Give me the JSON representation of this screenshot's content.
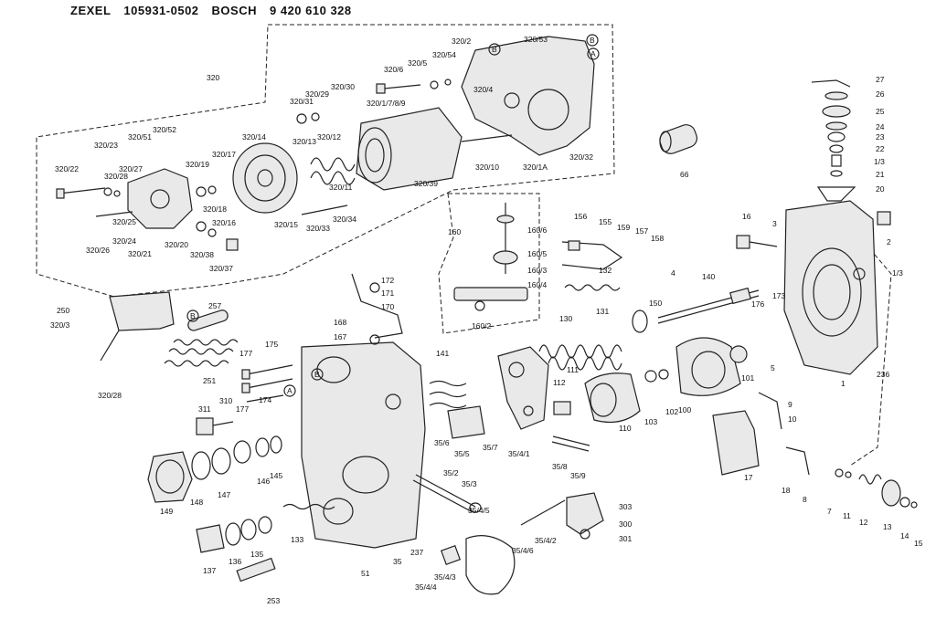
{
  "header": {
    "maker_code": "ZEXEL",
    "zexel_part_number": "105931-0502",
    "brand": "BOSCH",
    "bosch_part_number": "9 420 610 328"
  },
  "diagram": {
    "description_type": "exploded-view",
    "callouts": [
      {
        "id": "c1",
        "text": "320"
      },
      {
        "id": "c2",
        "text": "320/2"
      },
      {
        "id": "c3",
        "text": "320/53"
      },
      {
        "id": "c4",
        "text": "320/54"
      },
      {
        "id": "c5",
        "text": "320/5"
      },
      {
        "id": "c6",
        "text": "320/6"
      },
      {
        "id": "c7",
        "text": "320/30"
      },
      {
        "id": "c8",
        "text": "320/29"
      },
      {
        "id": "c9",
        "text": "320/31"
      },
      {
        "id": "c10",
        "text": "320/4"
      },
      {
        "id": "c11",
        "text": "320/1/7/8/9"
      },
      {
        "id": "c12",
        "text": "320/14"
      },
      {
        "id": "c13",
        "text": "320/13"
      },
      {
        "id": "c14",
        "text": "320/12"
      },
      {
        "id": "c15",
        "text": "320/52"
      },
      {
        "id": "c16",
        "text": "320/51"
      },
      {
        "id": "c17",
        "text": "320/23"
      },
      {
        "id": "c18",
        "text": "320/28"
      },
      {
        "id": "c19",
        "text": "320/27"
      },
      {
        "id": "c20",
        "text": "320/22"
      },
      {
        "id": "c21",
        "text": "320/17"
      },
      {
        "id": "c22",
        "text": "320/19"
      },
      {
        "id": "c23",
        "text": "320/11"
      },
      {
        "id": "c24",
        "text": "320/39"
      },
      {
        "id": "c25",
        "text": "320/10"
      },
      {
        "id": "c26",
        "text": "320/1A"
      },
      {
        "id": "c27",
        "text": "320/32"
      },
      {
        "id": "c28",
        "text": "320/18"
      },
      {
        "id": "c29",
        "text": "320/16"
      },
      {
        "id": "c30",
        "text": "320/15"
      },
      {
        "id": "c31",
        "text": "320/33"
      },
      {
        "id": "c32",
        "text": "320/34"
      },
      {
        "id": "c33",
        "text": "320/25"
      },
      {
        "id": "c34",
        "text": "320/24"
      },
      {
        "id": "c35",
        "text": "320/26"
      },
      {
        "id": "c36",
        "text": "320/21"
      },
      {
        "id": "c37",
        "text": "320/20"
      },
      {
        "id": "c38",
        "text": "320/38"
      },
      {
        "id": "c39",
        "text": "320/37"
      },
      {
        "id": "c40",
        "text": "27"
      },
      {
        "id": "c41",
        "text": "26"
      },
      {
        "id": "c42",
        "text": "25"
      },
      {
        "id": "c43",
        "text": "24"
      },
      {
        "id": "c44",
        "text": "23"
      },
      {
        "id": "c45",
        "text": "22"
      },
      {
        "id": "c46",
        "text": "1/3"
      },
      {
        "id": "c47",
        "text": "21"
      },
      {
        "id": "c48",
        "text": "20"
      },
      {
        "id": "c49",
        "text": "66"
      },
      {
        "id": "c50",
        "text": "16"
      },
      {
        "id": "c51",
        "text": "3"
      },
      {
        "id": "c52",
        "text": "2"
      },
      {
        "id": "c53",
        "text": "1/3"
      },
      {
        "id": "c54",
        "text": "160"
      },
      {
        "id": "c55",
        "text": "160/6"
      },
      {
        "id": "c56",
        "text": "160/5"
      },
      {
        "id": "c57",
        "text": "160/3"
      },
      {
        "id": "c58",
        "text": "160/4"
      },
      {
        "id": "c59",
        "text": "160/2"
      },
      {
        "id": "c60",
        "text": "156"
      },
      {
        "id": "c61",
        "text": "155"
      },
      {
        "id": "c62",
        "text": "159"
      },
      {
        "id": "c63",
        "text": "157"
      },
      {
        "id": "c64",
        "text": "158"
      },
      {
        "id": "c65",
        "text": "132"
      },
      {
        "id": "c66",
        "text": "4"
      },
      {
        "id": "c67",
        "text": "140"
      },
      {
        "id": "c68",
        "text": "150"
      },
      {
        "id": "c69",
        "text": "176"
      },
      {
        "id": "c70",
        "text": "173"
      },
      {
        "id": "c71",
        "text": "250"
      },
      {
        "id": "c72",
        "text": "257"
      },
      {
        "id": "c73",
        "text": "320/3"
      },
      {
        "id": "c74",
        "text": "320/28"
      },
      {
        "id": "c75",
        "text": "251"
      },
      {
        "id": "c76",
        "text": "172"
      },
      {
        "id": "c77",
        "text": "171"
      },
      {
        "id": "c78",
        "text": "170"
      },
      {
        "id": "c79",
        "text": "168"
      },
      {
        "id": "c80",
        "text": "167"
      },
      {
        "id": "c81",
        "text": "177"
      },
      {
        "id": "c82",
        "text": "175"
      },
      {
        "id": "c83",
        "text": "310"
      },
      {
        "id": "c84",
        "text": "174"
      },
      {
        "id": "c85",
        "text": "177"
      },
      {
        "id": "c86",
        "text": "311"
      },
      {
        "id": "c87",
        "text": "141"
      },
      {
        "id": "c88",
        "text": "130"
      },
      {
        "id": "c89",
        "text": "131"
      },
      {
        "id": "c90",
        "text": "112"
      },
      {
        "id": "c91",
        "text": "111"
      },
      {
        "id": "c92",
        "text": "101"
      },
      {
        "id": "c93",
        "text": "5"
      },
      {
        "id": "c94",
        "text": "1"
      },
      {
        "id": "c95",
        "text": "236"
      },
      {
        "id": "c96",
        "text": "100"
      },
      {
        "id": "c97",
        "text": "102"
      },
      {
        "id": "c98",
        "text": "103"
      },
      {
        "id": "c99",
        "text": "110"
      },
      {
        "id": "c100",
        "text": "35/6"
      },
      {
        "id": "c101",
        "text": "35/5"
      },
      {
        "id": "c102",
        "text": "35/7"
      },
      {
        "id": "c103",
        "text": "35/4/1"
      },
      {
        "id": "c104",
        "text": "35/8"
      },
      {
        "id": "c105",
        "text": "35/9"
      },
      {
        "id": "c106",
        "text": "9"
      },
      {
        "id": "c107",
        "text": "10"
      },
      {
        "id": "c108",
        "text": "17"
      },
      {
        "id": "c109",
        "text": "18"
      },
      {
        "id": "c110",
        "text": "8"
      },
      {
        "id": "c111",
        "text": "7"
      },
      {
        "id": "c112",
        "text": "11"
      },
      {
        "id": "c113",
        "text": "12"
      },
      {
        "id": "c114",
        "text": "13"
      },
      {
        "id": "c115",
        "text": "14"
      },
      {
        "id": "c116",
        "text": "15"
      },
      {
        "id": "c117",
        "text": "149"
      },
      {
        "id": "c118",
        "text": "148"
      },
      {
        "id": "c119",
        "text": "147"
      },
      {
        "id": "c120",
        "text": "146"
      },
      {
        "id": "c121",
        "text": "145"
      },
      {
        "id": "c122",
        "text": "35/2"
      },
      {
        "id": "c123",
        "text": "35/3"
      },
      {
        "id": "c124",
        "text": "303"
      },
      {
        "id": "c125",
        "text": "300"
      },
      {
        "id": "c126",
        "text": "301"
      },
      {
        "id": "c127",
        "text": "35/4/5"
      },
      {
        "id": "c128",
        "text": "35/4/2"
      },
      {
        "id": "c129",
        "text": "35/4/6"
      },
      {
        "id": "c130",
        "text": "137"
      },
      {
        "id": "c131",
        "text": "136"
      },
      {
        "id": "c132",
        "text": "135"
      },
      {
        "id": "c133",
        "text": "133"
      },
      {
        "id": "c134",
        "text": "51"
      },
      {
        "id": "c135",
        "text": "35"
      },
      {
        "id": "c136",
        "text": "237"
      },
      {
        "id": "c137",
        "text": "35/4/3"
      },
      {
        "id": "c138",
        "text": "35/4/4"
      },
      {
        "id": "c139",
        "text": "253"
      }
    ],
    "circled_letters": [
      {
        "id": "m1",
        "text": "B"
      },
      {
        "id": "m2",
        "text": "B"
      },
      {
        "id": "m3",
        "text": "A"
      },
      {
        "id": "m4",
        "text": "B"
      },
      {
        "id": "m5",
        "text": "B"
      },
      {
        "id": "m6",
        "text": "A"
      }
    ]
  }
}
